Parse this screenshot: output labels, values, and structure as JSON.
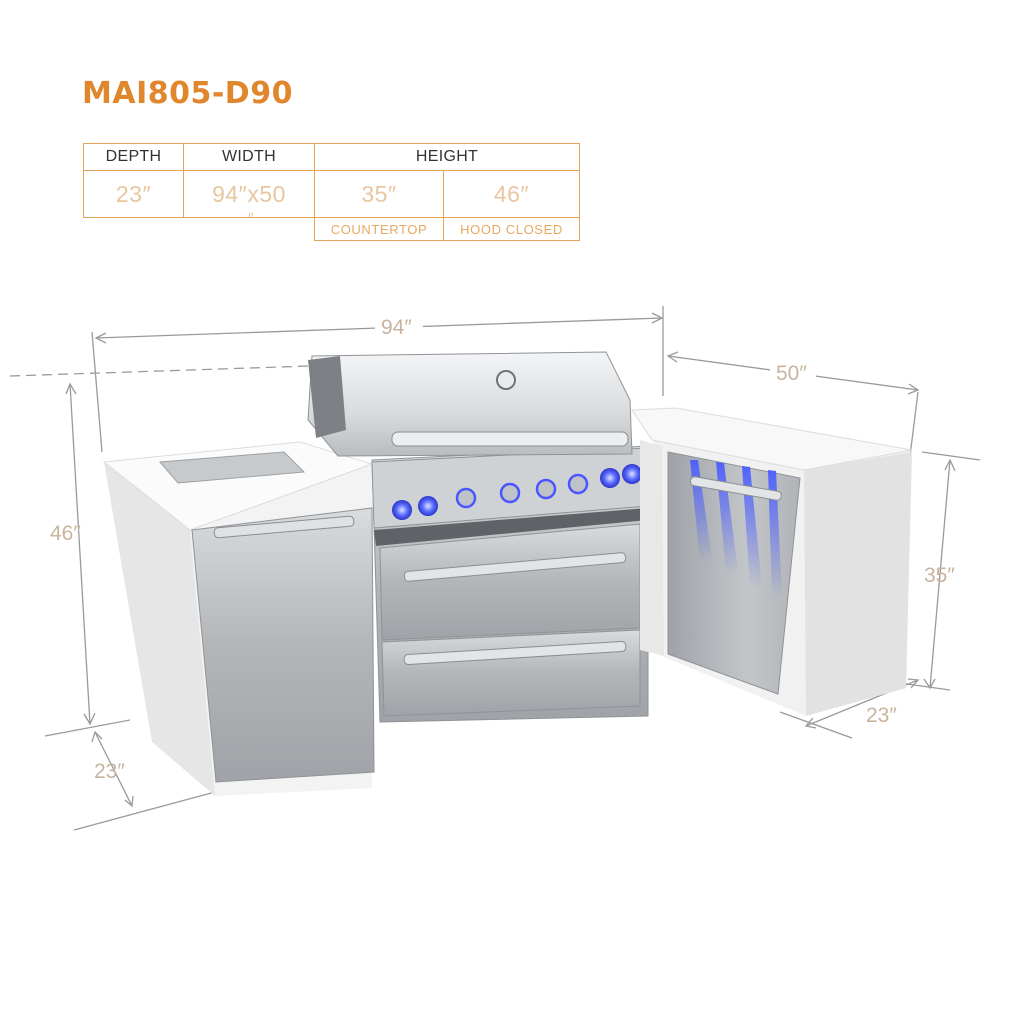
{
  "product": {
    "model": "MAI805-D90"
  },
  "spec_table": {
    "headers": {
      "depth": "DEPTH",
      "width": "WIDTH",
      "height": "HEIGHT"
    },
    "values": {
      "depth": "23″",
      "width": "94″x50",
      "width_overflow": "″",
      "height_countertop": "35″",
      "height_hood_closed": "46″"
    },
    "sublabels": {
      "countertop": "COUNTERTOP",
      "hood_closed": "HOOD CLOSED"
    }
  },
  "dimensions": {
    "total_width": "94″",
    "return_width": "50″",
    "overall_height": "46″",
    "counter_height": "35″",
    "left_depth": "23″",
    "right_depth": "23″"
  },
  "colors": {
    "accent_orange": "#e0862c",
    "table_border": "#e6a45a",
    "dimension_text": "#c8b49e",
    "led_blue": "#3a55ff",
    "stainless": "#b9bcbf"
  }
}
